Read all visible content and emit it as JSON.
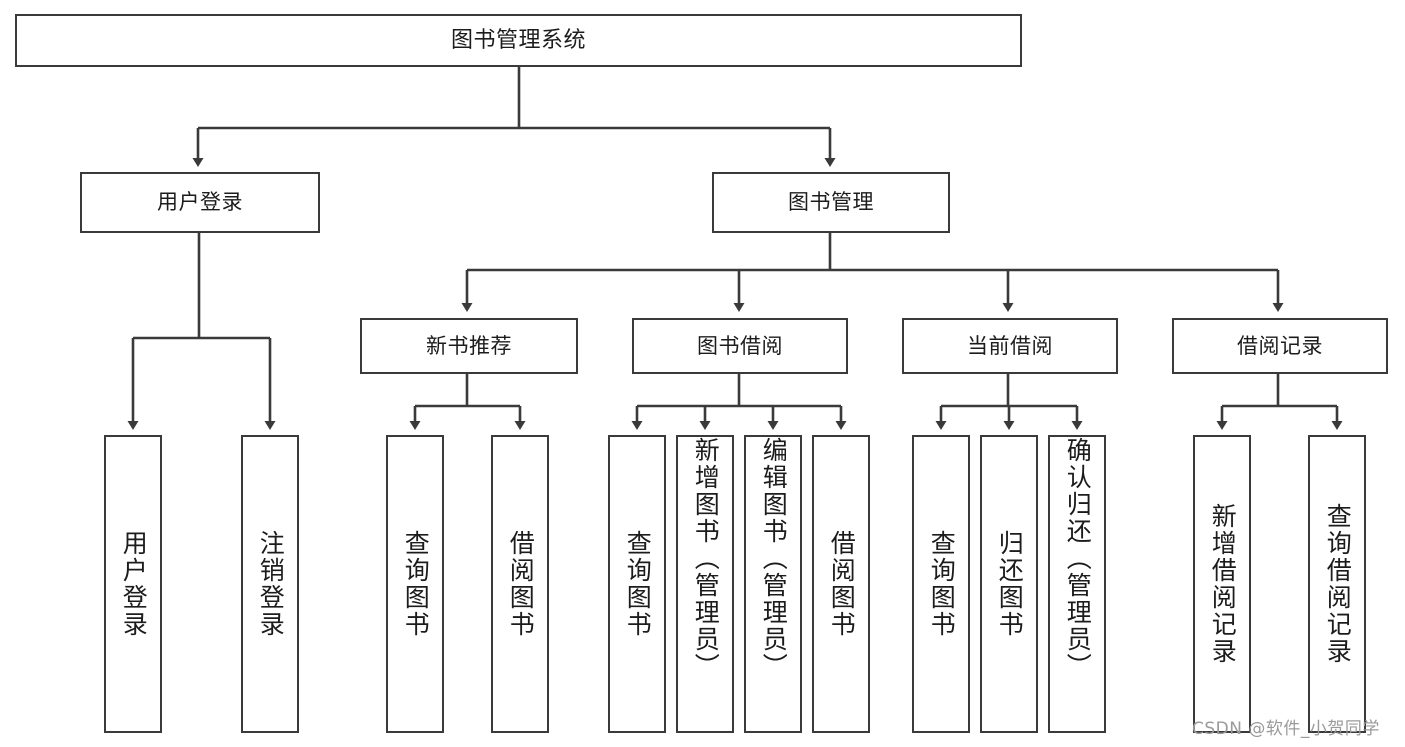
{
  "diagram": {
    "title": "图书管理系统",
    "type": "functional-structure-tree",
    "levels": 4,
    "nodes": {
      "root": {
        "label": "图书管理系统"
      },
      "level2": [
        {
          "id": "user-login",
          "label": "用户登录"
        },
        {
          "id": "book-management",
          "label": "图书管理"
        }
      ],
      "level3": [
        {
          "id": "new-book-recommend",
          "label": "新书推荐"
        },
        {
          "id": "book-borrow",
          "label": "图书借阅"
        },
        {
          "id": "current-borrow",
          "label": "当前借阅"
        },
        {
          "id": "borrow-record",
          "label": "借阅记录"
        }
      ],
      "leaves": {
        "user-login": [
          {
            "id": "leaf-user-login",
            "label": "用户登录"
          },
          {
            "id": "leaf-logout-login",
            "label": "注销登录"
          }
        ],
        "new-book-recommend": [
          {
            "id": "leaf-query-book-1",
            "label": "查询图书"
          },
          {
            "id": "leaf-borrow-book-1",
            "label": "借阅图书"
          }
        ],
        "book-borrow": [
          {
            "id": "leaf-query-book-2",
            "label": "查询图书"
          },
          {
            "id": "leaf-add-book",
            "label": "新增图书（管理员）"
          },
          {
            "id": "leaf-edit-book",
            "label": "编辑图书（管理员）"
          },
          {
            "id": "leaf-borrow-book-2",
            "label": "借阅图书"
          }
        ],
        "current-borrow": [
          {
            "id": "leaf-query-book-3",
            "label": "查询图书"
          },
          {
            "id": "leaf-return-book",
            "label": "归还图书"
          },
          {
            "id": "leaf-confirm-return",
            "label": "确认归还（管理员）"
          }
        ],
        "borrow-record": [
          {
            "id": "leaf-add-record",
            "label": "新增借阅记录"
          },
          {
            "id": "leaf-query-record",
            "label": "查询借阅记录"
          }
        ]
      }
    },
    "colors": {
      "stroke": "#3a3a3a",
      "fill": "#ffffff",
      "text": "#1c1c1c",
      "watermark": "#9a9a9a"
    }
  },
  "watermark": {
    "text": "CSDN @软件_小贺同学"
  }
}
